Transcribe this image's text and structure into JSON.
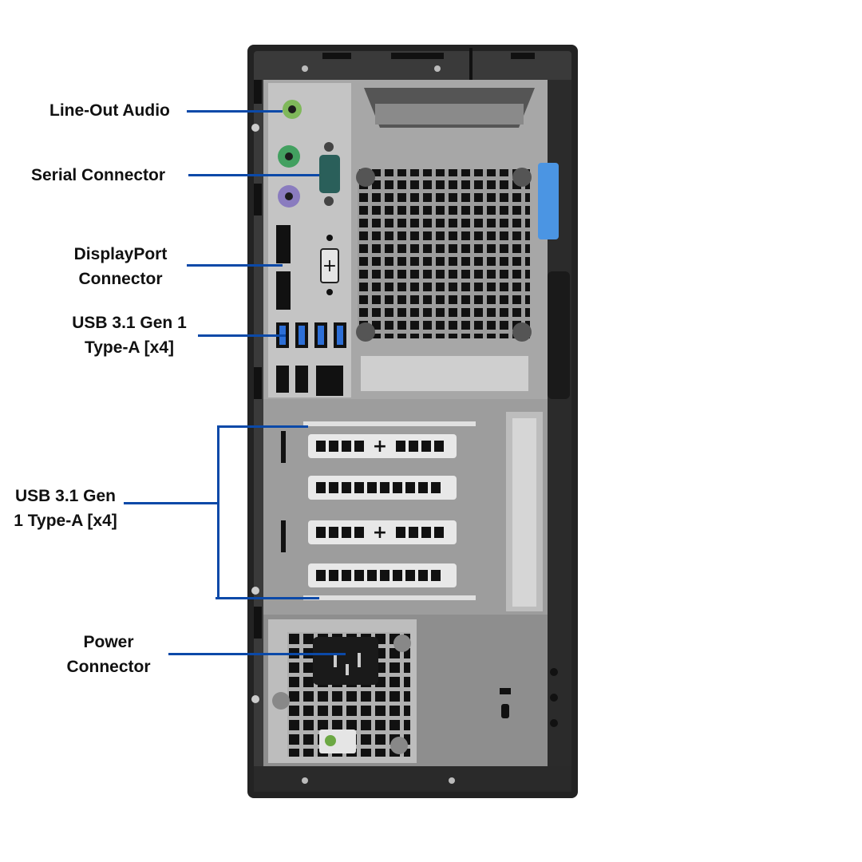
{
  "colors": {
    "callout_line": "#0b49a8",
    "chassis_frame": "#222222",
    "chassis_panel": "#9a9a9a",
    "audio_port": "#7fb85a",
    "ps2_keyboard": "#43a060",
    "ps2_mouse": "#8a7cbf",
    "usb_blue": "#2d6fd6",
    "latch_blue": "#4b95e3"
  },
  "labels": {
    "line_out": "Line-Out Audio",
    "serial": "Serial Connector",
    "displayport": "DisplayPort\nConnector",
    "usb_top": "USB 3.1 Gen 1\nType-A [x4]",
    "usb_bottom": "USB 3.1 Gen\n1 Type-A [x4]",
    "power": "Power\nConnector"
  }
}
